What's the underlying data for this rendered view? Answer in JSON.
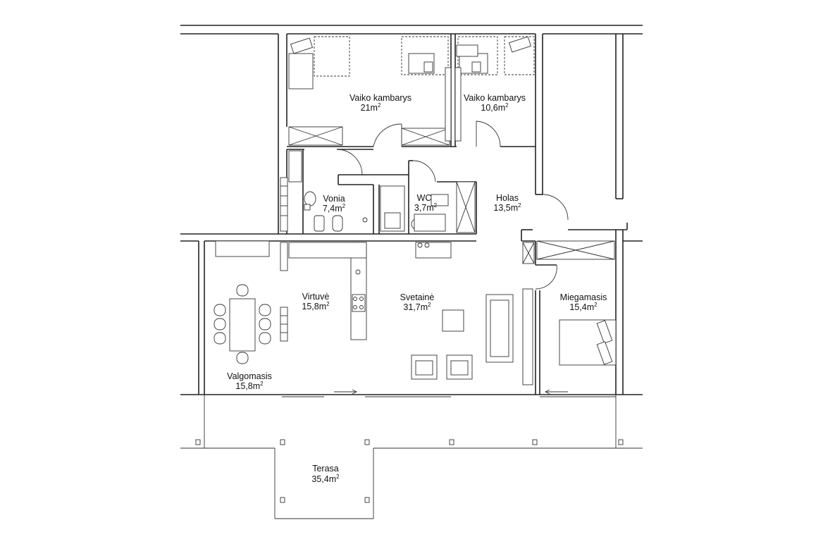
{
  "rooms": [
    {
      "id": "vaiko1",
      "name": "Vaiko kambarys",
      "area": "21m",
      "sup": "2"
    },
    {
      "id": "vaiko2",
      "name": "Vaiko kambarys",
      "area": "10,6m",
      "sup": "2"
    },
    {
      "id": "vonia",
      "name": "Vonia",
      "area": "7,4m",
      "sup": "2"
    },
    {
      "id": "wc",
      "name": "WC",
      "area": "3,7m",
      "sup": "2"
    },
    {
      "id": "holas",
      "name": "Holas",
      "area": "13,5m",
      "sup": "2"
    },
    {
      "id": "virtuve",
      "name": "Virtuvė",
      "area": "15,8m",
      "sup": "2"
    },
    {
      "id": "svetaine",
      "name": "Svetainė",
      "area": "31,7m",
      "sup": "2"
    },
    {
      "id": "miegamasis",
      "name": "Miegamasis",
      "area": "15,4m",
      "sup": "2"
    },
    {
      "id": "valgomasis",
      "name": "Valgomasis",
      "area": "15,8m",
      "sup": "2"
    },
    {
      "id": "terasa",
      "name": "Terasa",
      "area": "35,4m",
      "sup": "2"
    }
  ]
}
